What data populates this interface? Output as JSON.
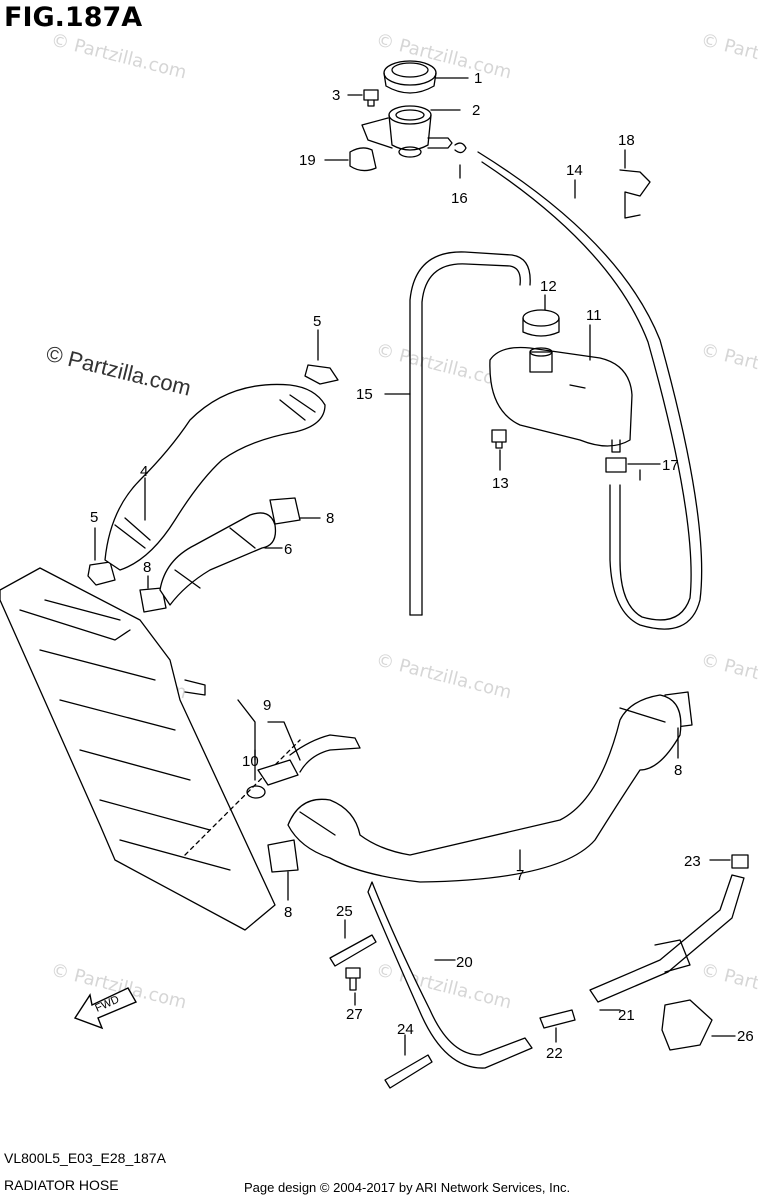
{
  "figure": {
    "title": "FIG.187A",
    "code": "VL800L5_E03_E28_187A",
    "subtitle": "RADIATOR HOSE",
    "credit": "Page design © 2004-2017 by ARI Network Services, Inc.",
    "watermark": "© Partzilla.com",
    "fwd_label": "FWD"
  },
  "callouts": [
    "1",
    "2",
    "3",
    "4",
    "5",
    "5",
    "6",
    "7",
    "8",
    "8",
    "8",
    "8",
    "9",
    "10",
    "11",
    "12",
    "13",
    "14",
    "15",
    "16",
    "17",
    "18",
    "19",
    "20",
    "21",
    "22",
    "23",
    "24",
    "25",
    "26",
    "27"
  ]
}
